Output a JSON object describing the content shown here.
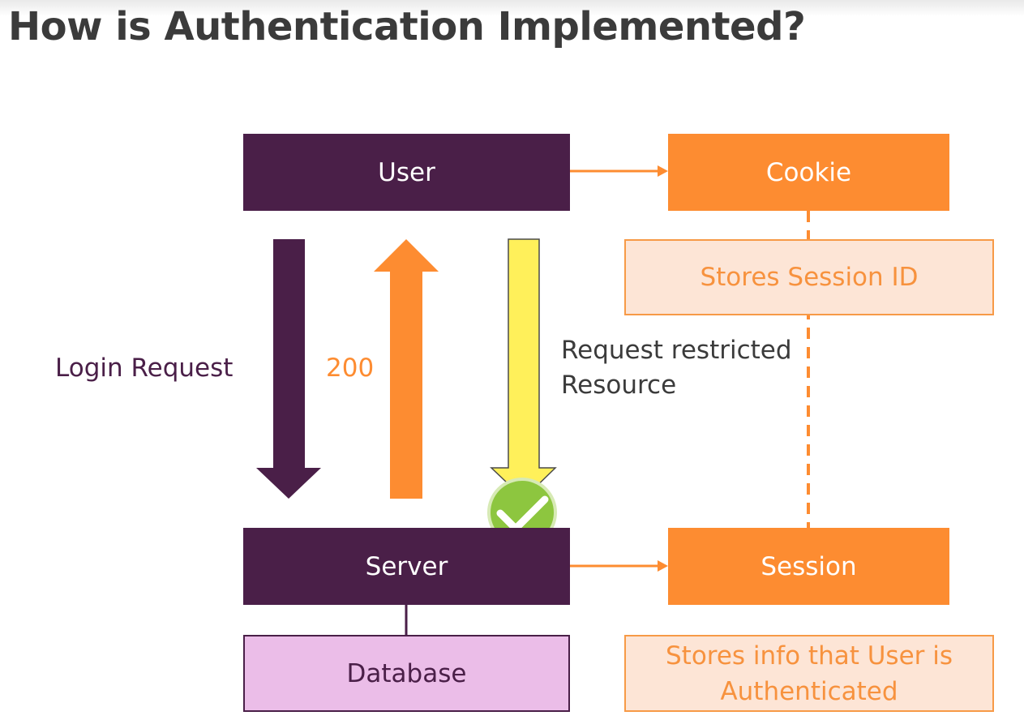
{
  "title": "How is Authentication Implemented?",
  "nodes": {
    "user": "User",
    "cookie": "Cookie",
    "stores_session_id": "Stores Session ID",
    "server": "Server",
    "session": "Session",
    "database": "Database",
    "stores_info_line1": "Stores info that User is",
    "stores_info_line2": "Authenticated"
  },
  "labels": {
    "login_request": "Login Request",
    "status_200": "200",
    "request_restricted_line1": "Request restricted",
    "request_restricted_line2": "Resource"
  },
  "icons": [
    "checkmark-icon"
  ],
  "colors": {
    "dark_purple": "#4a1f48",
    "orange": "#fd8c31",
    "light_orange_fill": "#fde5d6",
    "yellow": "#fff05a",
    "database_pink": "#ebbde8",
    "check_green": "#8dc63f"
  }
}
